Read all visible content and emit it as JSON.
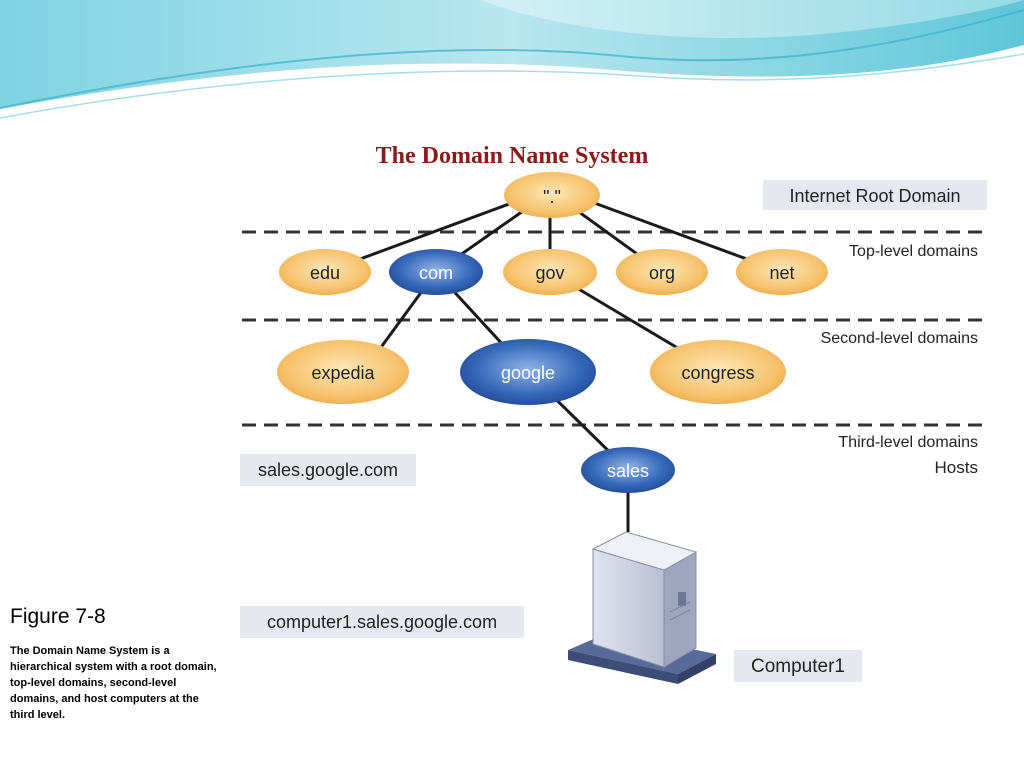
{
  "slide": {
    "title": "The Domain Name System"
  },
  "caption": {
    "figure_label": "Figure 7-8",
    "text": "The Domain Name System is a hierarchical system with a root domain, top-level domains, second-level domains, and host computers at the third level."
  },
  "diagram": {
    "level_labels": {
      "root": "Internet Root Domain",
      "top": "Top-level domains",
      "second": "Second-level domains",
      "third": "Third-level domains",
      "hosts": "Hosts"
    },
    "nodes": {
      "root": "\".\"",
      "edu": "edu",
      "com": "com",
      "gov": "gov",
      "org": "org",
      "net": "net",
      "expedia": "expedia",
      "google": "google",
      "congress": "congress",
      "sales": "sales"
    },
    "fqdn_labels": {
      "sales": "sales.google.com",
      "computer": "computer1.sales.google.com"
    },
    "computer_label": "Computer1",
    "colors": {
      "orange_node": "#f6c36e",
      "blue_node": "#3567b8",
      "label_box": "#e6e8ef",
      "title": "#8b1a1a",
      "banner": "#5fc6d8"
    }
  }
}
